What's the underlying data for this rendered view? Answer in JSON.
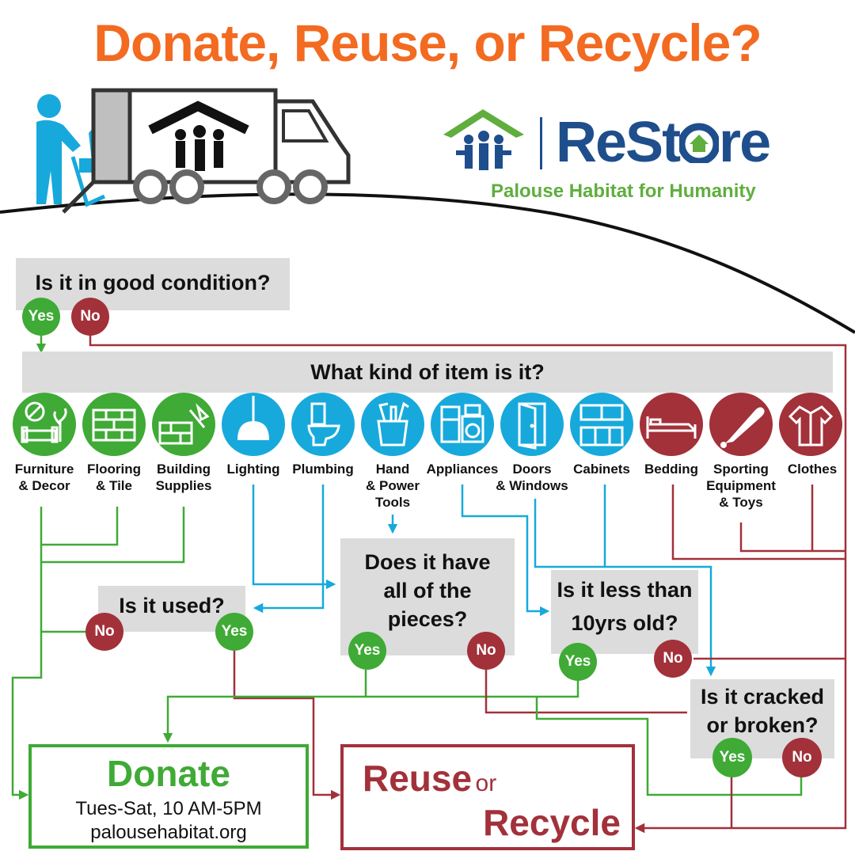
{
  "title": "Donate, Reuse, or Recycle?",
  "logo": {
    "brand_pre": "ReSt",
    "brand_post": "re",
    "subtitle": "Palouse Habitat for Humanity"
  },
  "q_condition": {
    "text": "Is it in good condition?",
    "yes": "Yes",
    "no": "No"
  },
  "q_kind": {
    "text": "What kind of item is it?"
  },
  "categories": [
    {
      "name": "furniture-decor",
      "label": "Furniture\n& Decor",
      "color": "green",
      "icon": "sofa-plant-icon"
    },
    {
      "name": "flooring-tile",
      "label": "Flooring\n& Tile",
      "color": "green",
      "icon": "tile-icon"
    },
    {
      "name": "building-supplies",
      "label": "Building\nSupplies",
      "color": "green",
      "icon": "bricks-tools-icon"
    },
    {
      "name": "lighting",
      "label": "Lighting",
      "color": "blue",
      "icon": "pendant-lamp-icon"
    },
    {
      "name": "plumbing",
      "label": "Plumbing",
      "color": "blue",
      "icon": "toilet-icon"
    },
    {
      "name": "hand-power-tools",
      "label": "Hand\n& Power\nTools",
      "color": "blue",
      "icon": "toolbox-icon"
    },
    {
      "name": "appliances",
      "label": "Appliances",
      "color": "blue",
      "icon": "appliances-icon"
    },
    {
      "name": "doors-windows",
      "label": "Doors\n& Windows",
      "color": "blue",
      "icon": "door-icon"
    },
    {
      "name": "cabinets",
      "label": "Cabinets",
      "color": "blue",
      "icon": "cabinets-icon"
    },
    {
      "name": "bedding",
      "label": "Bedding",
      "color": "red",
      "icon": "bed-icon"
    },
    {
      "name": "sporting-equipment-toys",
      "label": "Sporting\nEquipment\n& Toys",
      "color": "red",
      "icon": "baseball-bat-icon"
    },
    {
      "name": "clothes",
      "label": "Clothes",
      "color": "red",
      "icon": "shirt-icon"
    }
  ],
  "q_used": {
    "text": "Is it used?",
    "yes": "Yes",
    "no": "No"
  },
  "q_pieces": {
    "text": "Does it have\nall of the\npieces?",
    "yes": "Yes",
    "no": "No"
  },
  "q_age": {
    "text": "Is it less than\n10yrs old?",
    "yes": "Yes",
    "no": "No"
  },
  "q_cracked": {
    "text": "Is it cracked\nor broken?",
    "yes": "Yes",
    "no": "No"
  },
  "donate": {
    "title": "Donate",
    "hours": "Tues-Sat, 10 AM-5PM",
    "website": "palousehabitat.org"
  },
  "reuse": {
    "word1": "Reuse",
    "connector": "or",
    "word2": "Recycle"
  },
  "colors": {
    "orange": "#F36A21",
    "green": "#3FAA35",
    "blue": "#17A9DB",
    "red": "#A2313A",
    "navy": "#1F4E8C",
    "gray": "#DCDCDC"
  }
}
